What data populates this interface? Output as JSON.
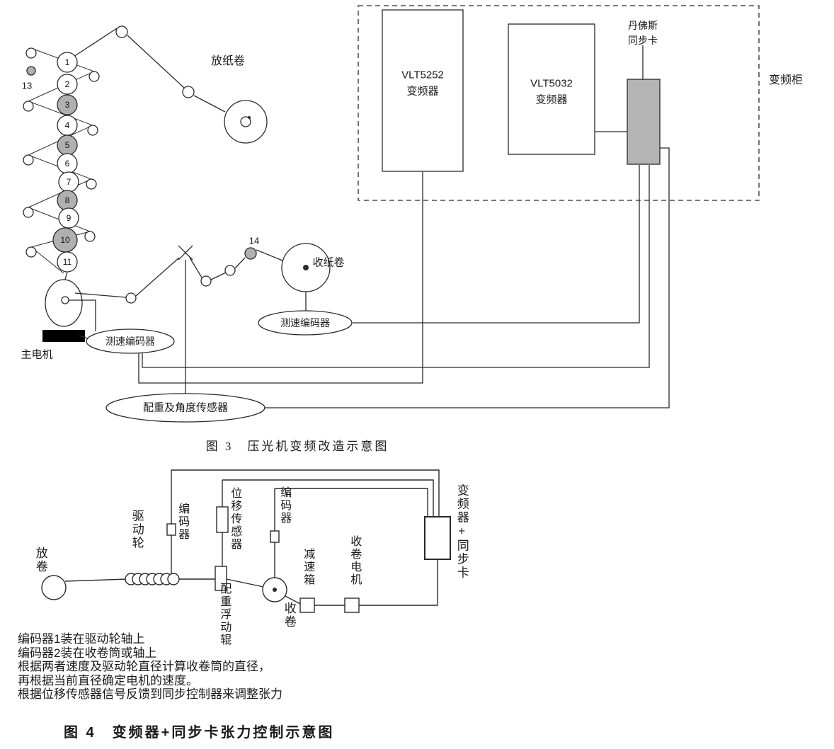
{
  "fig3": {
    "caption": "图 3　压光机变频改造示意图",
    "labels": {
      "unwind_roll": "放纸卷",
      "rewind_roll": "收纸卷",
      "roller_13": "13",
      "roller_14": "14",
      "encoder_left": "测速编码器",
      "encoder_right": "测速编码器",
      "main_motor": "主电机",
      "weight_angle_sensor": "配重及角度传感器",
      "cabinet": "变频柜",
      "sync_card_1": "丹佛斯",
      "sync_card_2": "同步卡",
      "vlt5252_model": "VLT5252",
      "vlt5252_type": "变频器",
      "vlt5032_model": "VLT5032",
      "vlt5032_type": "变频器"
    },
    "rollers": [
      "1",
      "2",
      "3",
      "4",
      "5",
      "6",
      "7",
      "8",
      "9",
      "10",
      "11"
    ]
  },
  "fig4": {
    "caption": "图 4　变频器+同步卡张力控制示意图",
    "labels": {
      "unwind": "放卷",
      "drive_wheel": "驱动轮",
      "encoder1": "编码器",
      "displacement_sensor": "位移传感器",
      "encoder2": "编码器",
      "float_roller": "配重浮动辊",
      "rewind": "收卷",
      "gearbox": "减速箱",
      "rewind_motor": "收卷电机",
      "inverter_sync_card": "变频器+同步卡"
    },
    "notes": [
      "编码器1装在驱动轮轴上",
      "编码器2装在收卷筒或轴上",
      "根据两者速度及驱动轮直径计算收卷筒的直径，",
      "再根据当前直径确定电机的速度。",
      "根据位移传感器信号反馈到同步控制器来调整张力"
    ]
  }
}
